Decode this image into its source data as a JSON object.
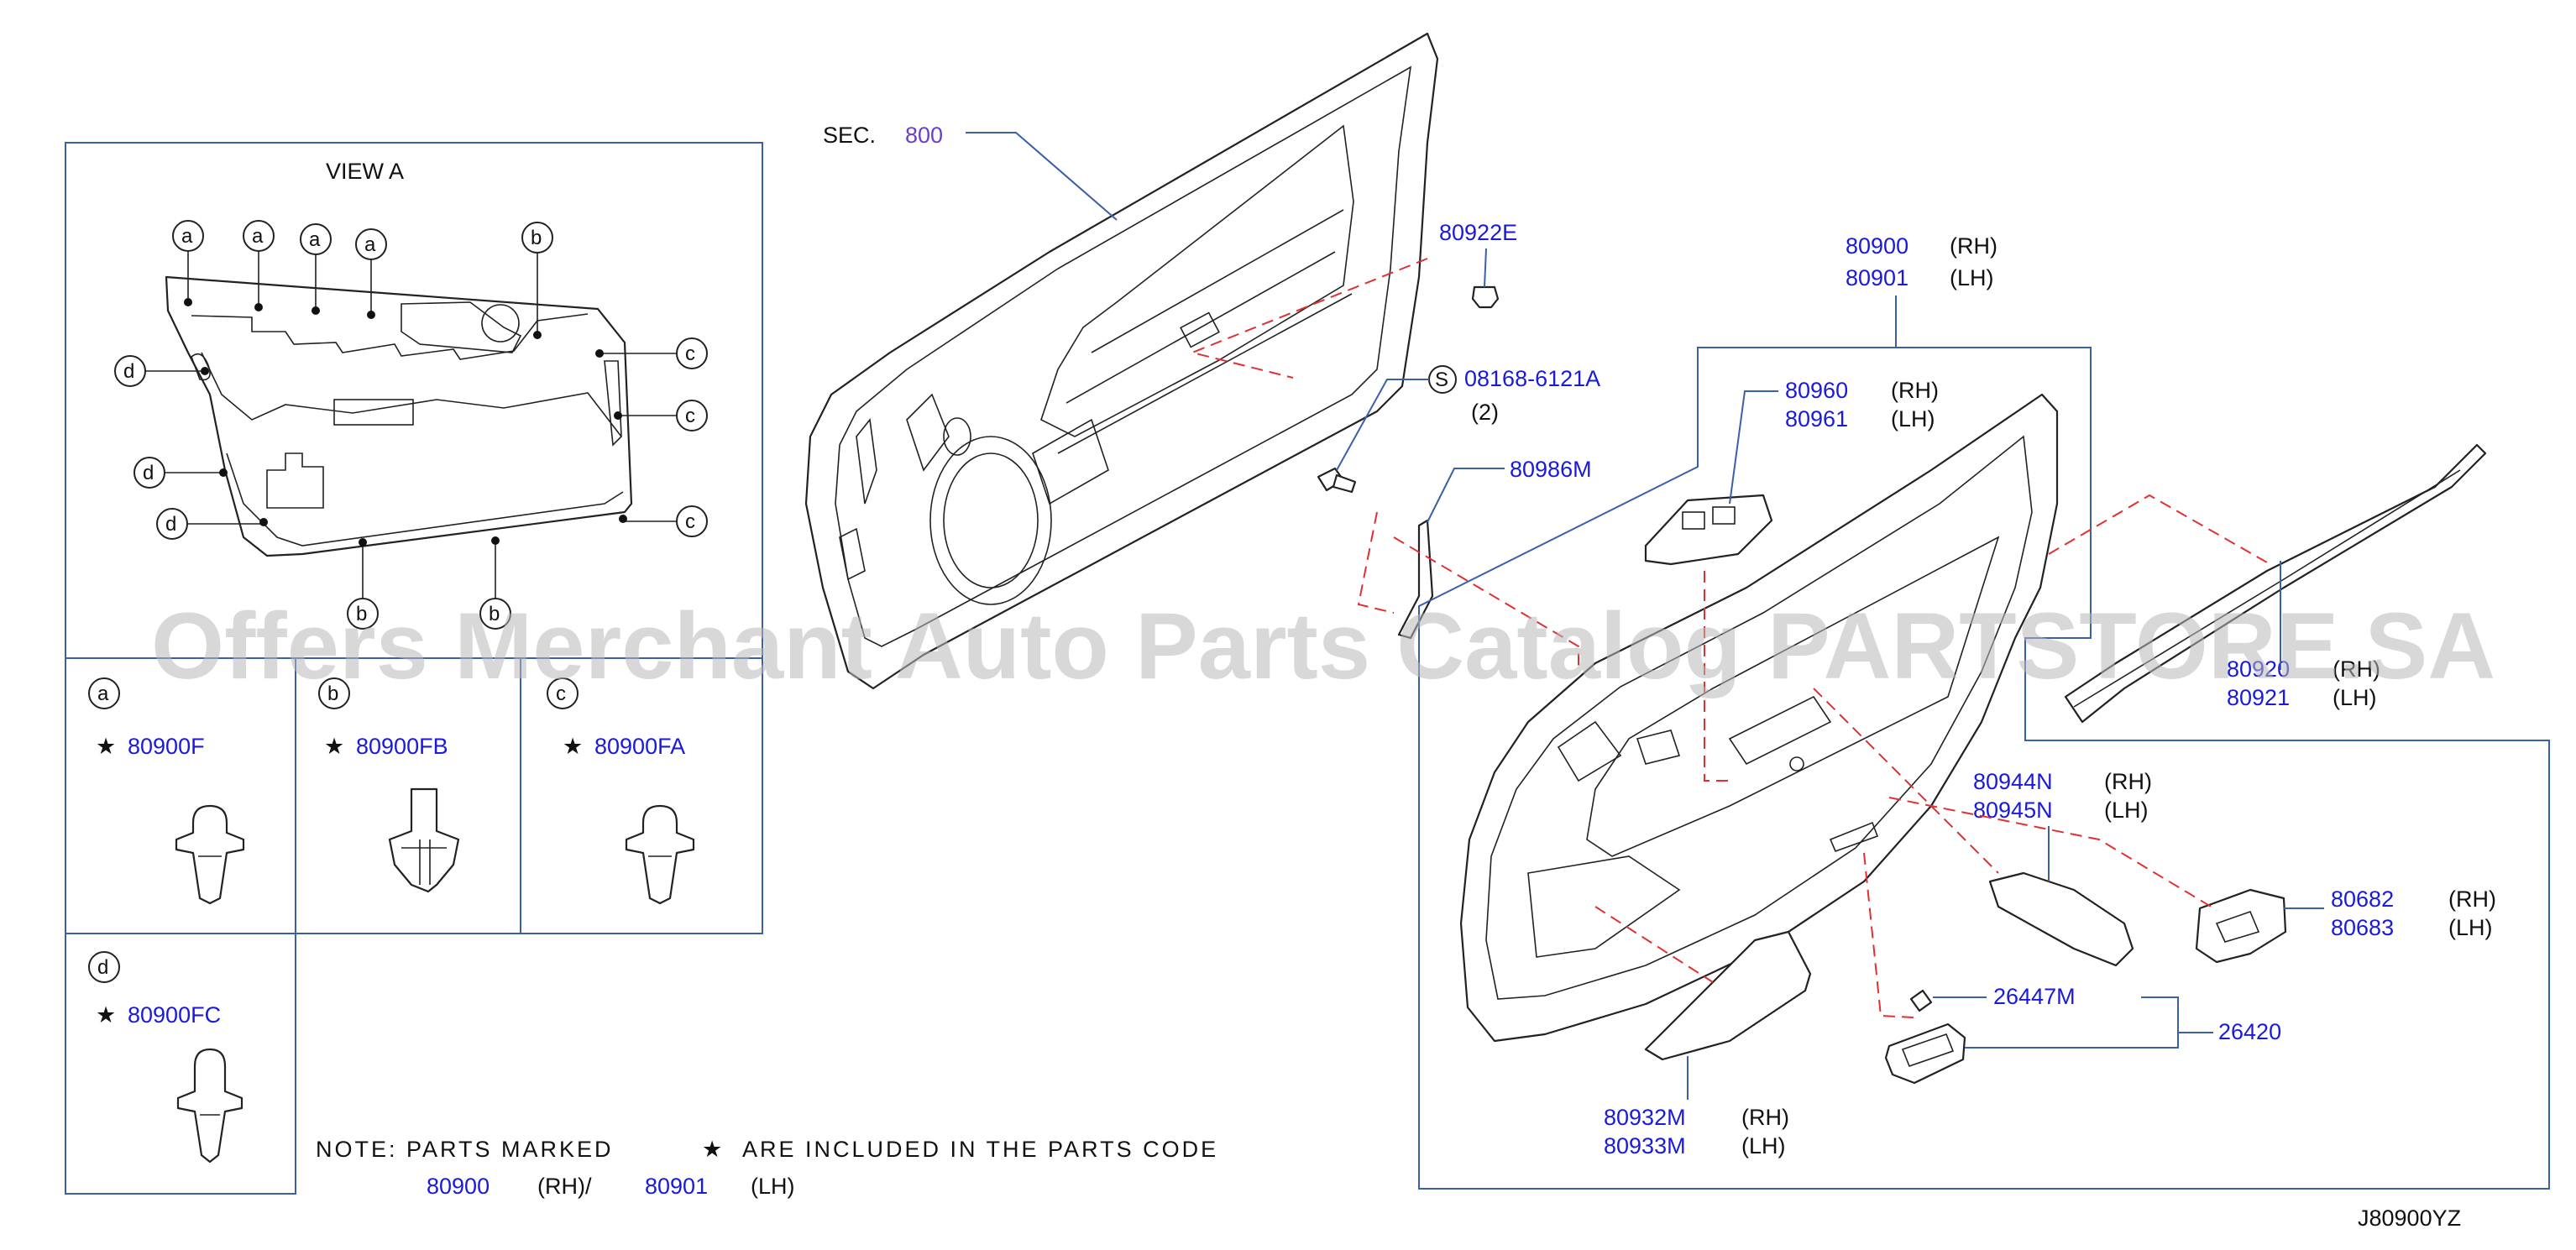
{
  "view_title": "VIEW   A",
  "sec_label": "SEC.",
  "sec_code": "800",
  "callouts": {
    "a": "a",
    "b": "b",
    "c": "c",
    "d": "d",
    "s": "S"
  },
  "star": "★",
  "clips": {
    "a": {
      "letter": "a",
      "code": "80900F"
    },
    "b": {
      "letter": "b",
      "code": "80900FB"
    },
    "c": {
      "letter": "c",
      "code": "80900FA"
    },
    "d": {
      "letter": "d",
      "code": "80900FC"
    }
  },
  "parts": {
    "p80922E": "80922E",
    "p08168": "08168-6121A",
    "p08168_qty": "(2)",
    "p80986M": "80986M",
    "p80900": "80900",
    "p80901": "80901",
    "p80960": "80960",
    "p80961": "80961",
    "p80920": "80920",
    "p80921": "80921",
    "p80944N": "80944N",
    "p80945N": "80945N",
    "p80682": "80682",
    "p80683": "80683",
    "p26447M": "26447M",
    "p26420": "26420",
    "p80932M": "80932M",
    "p80933M": "80933M"
  },
  "side": {
    "rh": "(RH)",
    "lh": "(LH)"
  },
  "note": {
    "line1_a": "NOTE:  PARTS  MARKED",
    "line1_b": "ARE  INCLUDED  IN  THE  PARTS  CODE",
    "code_rh": "80900",
    "rh_slash": "(RH)/",
    "code_lh": "80901",
    "lh": "(LH)"
  },
  "diagram_code": "J80900YZ",
  "watermark": "Offers Merchant Auto Parts Catalog PARTSTORE.SA",
  "colors": {
    "part_number": "#1a1adc",
    "section_code": "#6a3fd0",
    "leader": "#3b5fa8",
    "dash": "#e03030",
    "watermark": "#b8b8b8"
  }
}
